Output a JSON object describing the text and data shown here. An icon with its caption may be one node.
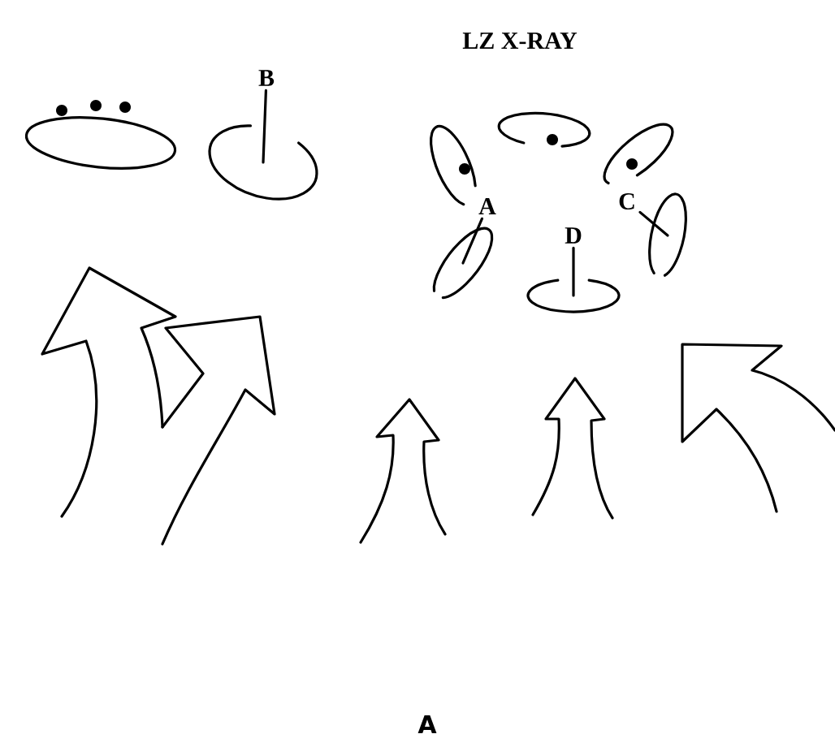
{
  "diagram": {
    "title": "LZ X-RAY",
    "caption": "A",
    "nodes": [
      {
        "text": [
          "B"
        ]
      },
      {
        "text": [],
        "shape": "ellipse"
      },
      {
        "text": [
          "A"
        ]
      },
      {
        "text": [],
        "shape": "ellipse"
      },
      {
        "text": [
          "C"
        ]
      },
      {
        "text": [],
        "shape": "ellipse"
      },
      {
        "text": [
          "D"
        ]
      },
      {
        "text": [],
        "shape": "ellipse"
      }
    ],
    "edges": [
      {
        "from": 0,
        "to": 1,
        "arrow": "none"
      },
      {
        "from": 2,
        "to": 3,
        "arrow": "none"
      },
      {
        "from": 4,
        "to": 5,
        "arrow": "none"
      },
      {
        "from": 6,
        "to": 7,
        "arrow": "none"
      }
    ]
  }
}
